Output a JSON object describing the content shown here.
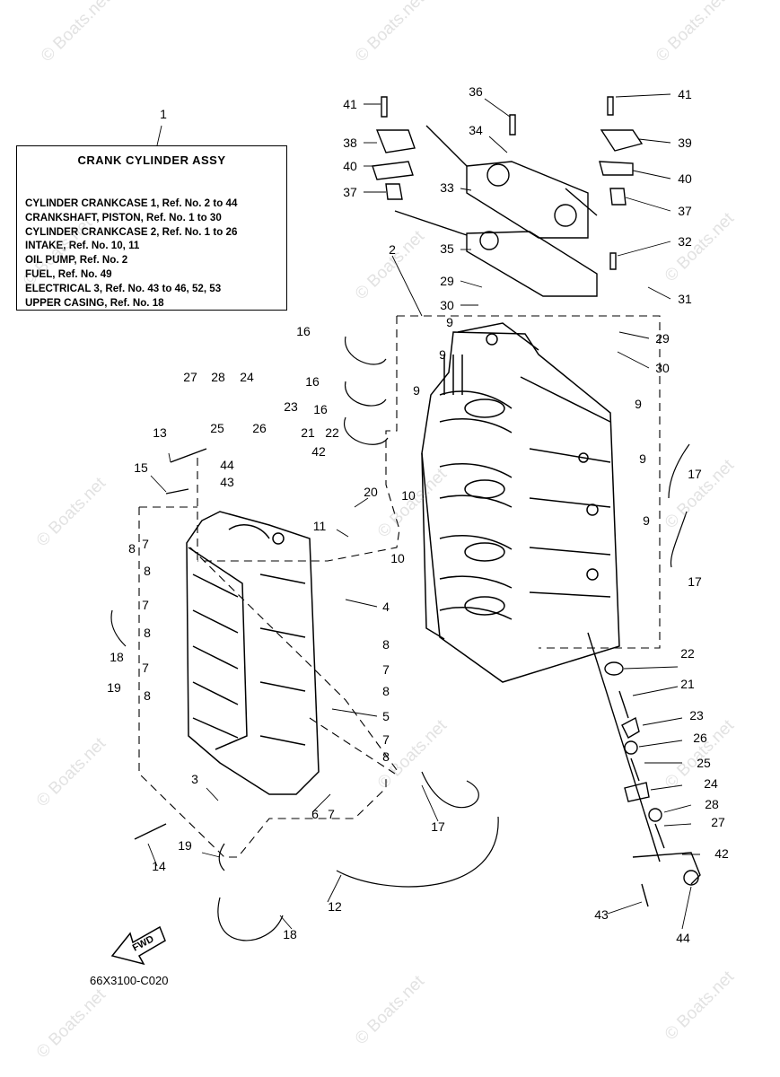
{
  "legend": {
    "title": "CRANK CYLINDER ASSY",
    "lines": [
      "CYLINDER CRANKCASE 1, Ref. No. 2 to 44",
      "CRANKSHAFT, PISTON,        Ref. No. 1 to 30",
      "CYLINDER CRANKCASE 2, Ref. No. 1 to 26",
      "INTAKE,       Ref. No. 10, 11",
      "OIL PUMP, Ref. No. 2",
      "FUEL,       Ref. No. 49",
      "ELECTRICAL 3, Ref. No. 43 to 46, 52, 53",
      "UPPER CASING, Ref. No. 18"
    ]
  },
  "figure_code": "66X3100-C020",
  "fwd_label": "FWD",
  "watermark": "© Boats.net",
  "callouts": [
    {
      "id": "c1",
      "text": "1"
    },
    {
      "id": "c2",
      "text": "2"
    },
    {
      "id": "c3",
      "text": "3"
    },
    {
      "id": "c4",
      "text": "4"
    },
    {
      "id": "c5",
      "text": "5"
    },
    {
      "id": "c6",
      "text": "6"
    },
    {
      "id": "c7a",
      "text": "7"
    },
    {
      "id": "c7b",
      "text": "7"
    },
    {
      "id": "c7c",
      "text": "7"
    },
    {
      "id": "c7d",
      "text": "7"
    },
    {
      "id": "c7e",
      "text": "7"
    },
    {
      "id": "c7f",
      "text": "7"
    },
    {
      "id": "c8a",
      "text": "8"
    },
    {
      "id": "c8b",
      "text": "8"
    },
    {
      "id": "c8c",
      "text": "8"
    },
    {
      "id": "c8d",
      "text": "8"
    },
    {
      "id": "c8e",
      "text": "8"
    },
    {
      "id": "c8f",
      "text": "8"
    },
    {
      "id": "c8g",
      "text": "8"
    },
    {
      "id": "c9a",
      "text": "9"
    },
    {
      "id": "c9b",
      "text": "9"
    },
    {
      "id": "c9c",
      "text": "9"
    },
    {
      "id": "c9d",
      "text": "9"
    },
    {
      "id": "c9e",
      "text": "9"
    },
    {
      "id": "c9f",
      "text": "9"
    },
    {
      "id": "c10a",
      "text": "10"
    },
    {
      "id": "c10b",
      "text": "10"
    },
    {
      "id": "c11",
      "text": "11"
    },
    {
      "id": "c12",
      "text": "12"
    },
    {
      "id": "c13",
      "text": "13"
    },
    {
      "id": "c14",
      "text": "14"
    },
    {
      "id": "c15",
      "text": "15"
    },
    {
      "id": "c16a",
      "text": "16"
    },
    {
      "id": "c16b",
      "text": "16"
    },
    {
      "id": "c16c",
      "text": "16"
    },
    {
      "id": "c17a",
      "text": "17"
    },
    {
      "id": "c17b",
      "text": "17"
    },
    {
      "id": "c17c",
      "text": "17"
    },
    {
      "id": "c18a",
      "text": "18"
    },
    {
      "id": "c18b",
      "text": "18"
    },
    {
      "id": "c19a",
      "text": "19"
    },
    {
      "id": "c19b",
      "text": "19"
    },
    {
      "id": "c20",
      "text": "20"
    },
    {
      "id": "c21a",
      "text": "21"
    },
    {
      "id": "c21b",
      "text": "21"
    },
    {
      "id": "c22a",
      "text": "22"
    },
    {
      "id": "c22b",
      "text": "22"
    },
    {
      "id": "c23a",
      "text": "23"
    },
    {
      "id": "c23b",
      "text": "23"
    },
    {
      "id": "c24a",
      "text": "24"
    },
    {
      "id": "c24b",
      "text": "24"
    },
    {
      "id": "c25a",
      "text": "25"
    },
    {
      "id": "c25b",
      "text": "25"
    },
    {
      "id": "c26a",
      "text": "26"
    },
    {
      "id": "c26b",
      "text": "26"
    },
    {
      "id": "c27a",
      "text": "27"
    },
    {
      "id": "c27b",
      "text": "27"
    },
    {
      "id": "c28a",
      "text": "28"
    },
    {
      "id": "c28b",
      "text": "28"
    },
    {
      "id": "c29a",
      "text": "29"
    },
    {
      "id": "c29b",
      "text": "29"
    },
    {
      "id": "c30a",
      "text": "30"
    },
    {
      "id": "c30b",
      "text": "30"
    },
    {
      "id": "c31",
      "text": "31"
    },
    {
      "id": "c32",
      "text": "32"
    },
    {
      "id": "c33",
      "text": "33"
    },
    {
      "id": "c34",
      "text": "34"
    },
    {
      "id": "c35",
      "text": "35"
    },
    {
      "id": "c36",
      "text": "36"
    },
    {
      "id": "c37a",
      "text": "37"
    },
    {
      "id": "c37b",
      "text": "37"
    },
    {
      "id": "c38",
      "text": "38"
    },
    {
      "id": "c39",
      "text": "39"
    },
    {
      "id": "c40a",
      "text": "40"
    },
    {
      "id": "c40b",
      "text": "40"
    },
    {
      "id": "c41a",
      "text": "41"
    },
    {
      "id": "c41b",
      "text": "41"
    },
    {
      "id": "c42a",
      "text": "42"
    },
    {
      "id": "c42b",
      "text": "42"
    },
    {
      "id": "c43a",
      "text": "43"
    },
    {
      "id": "c43b",
      "text": "43"
    },
    {
      "id": "c44a",
      "text": "44"
    },
    {
      "id": "c44b",
      "text": "44"
    }
  ]
}
